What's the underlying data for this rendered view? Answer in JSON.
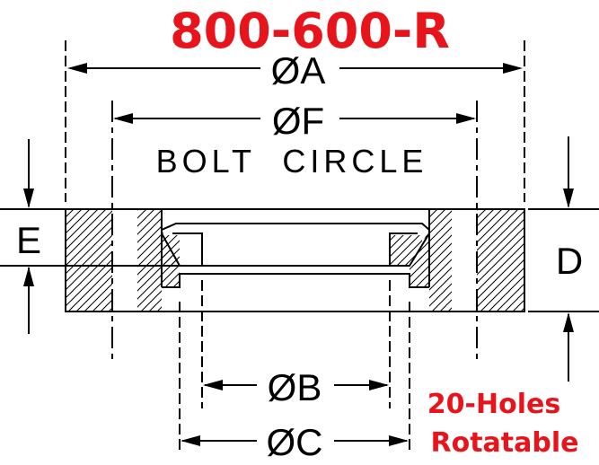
{
  "title": "800-600-R",
  "colors": {
    "accent": "#e8141b",
    "line": "#000000",
    "background": "#ffffff"
  },
  "dimensions": {
    "a": "ØA",
    "f": "ØF",
    "bolt_circle": "BOLT  CIRCLE",
    "b": "ØB",
    "c": "ØC",
    "e": "E",
    "d": "D"
  },
  "notes": {
    "holes": "20-Holes",
    "rotatable": "Rotatable"
  }
}
